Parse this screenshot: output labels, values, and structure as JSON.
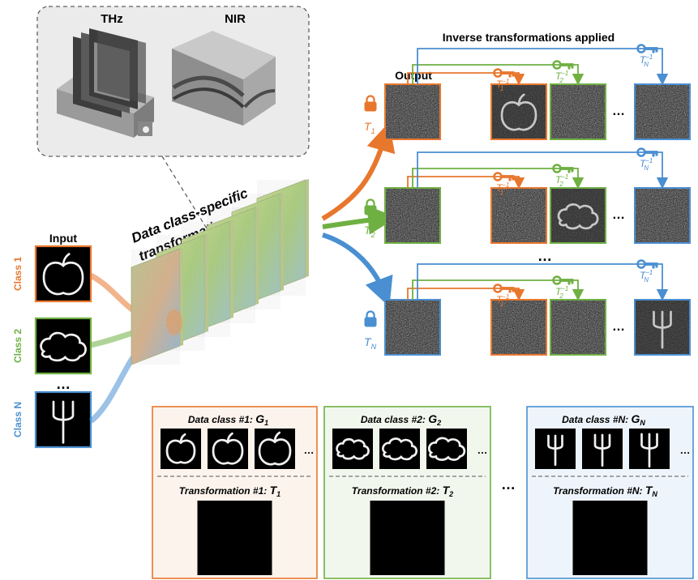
{
  "colors": {
    "orange": "#e8772e",
    "green": "#6fb043",
    "blue": "#4a8fd1",
    "grey_box": "#707070"
  },
  "labels": {
    "thz": "THz",
    "nir": "NIR",
    "network_line1": "Data class-specific",
    "network_line2": "transformation network",
    "input": "Input",
    "output": "Output",
    "inverse_title": "Inverse transformations applied",
    "ellipsis": "…"
  },
  "classes": [
    {
      "label": "Class 1",
      "color": "#e8772e",
      "icon": "apple-drawing-icon"
    },
    {
      "label": "Class 2",
      "color": "#6fb043",
      "icon": "cloud-drawing-icon"
    },
    {
      "label": "Class N",
      "color": "#4a8fd1",
      "icon": "fork-drawing-icon"
    }
  ],
  "rows": [
    {
      "lock": "T",
      "lock_sub": "1",
      "color": "#e8772e",
      "decoded_column": 0,
      "decoded_icon": "apple-drawing-icon"
    },
    {
      "lock": "T",
      "lock_sub": "2",
      "color": "#6fb043",
      "decoded_column": 1,
      "decoded_icon": "cloud-drawing-icon"
    },
    {
      "lock": "T",
      "lock_sub": "N",
      "color": "#4a8fd1",
      "decoded_column": 3,
      "decoded_icon": "fork-drawing-icon"
    }
  ],
  "keys": [
    {
      "text": "T",
      "sup": "−1",
      "sub": "1",
      "color": "#e8772e"
    },
    {
      "text": "T",
      "sup": "−1",
      "sub": "2",
      "color": "#6fb043"
    },
    {
      "text": "T",
      "sup": "−1",
      "sub": "N",
      "color": "#4a8fd1"
    }
  ],
  "panels": [
    {
      "header": "Data class #1:",
      "g": "G",
      "g_sub": "1",
      "transform": "Transformation #1:",
      "t": "T",
      "t_sub": "1",
      "color": "#e8772e",
      "bg": "#fbf3ec",
      "icon": "apple-drawing-icon"
    },
    {
      "header": "Data class #2:",
      "g": "G",
      "g_sub": "2",
      "transform": "Transformation #2:",
      "t": "T",
      "t_sub": "2",
      "color": "#6fb043",
      "bg": "#f2f7ee",
      "icon": "cloud-drawing-icon"
    },
    {
      "header": "Data class #N:",
      "g": "G",
      "g_sub": "N",
      "transform": "Transformation #N:",
      "t": "T",
      "t_sub": "N",
      "color": "#4a8fd1",
      "bg": "#eef4fb",
      "icon": "fork-drawing-icon"
    }
  ]
}
